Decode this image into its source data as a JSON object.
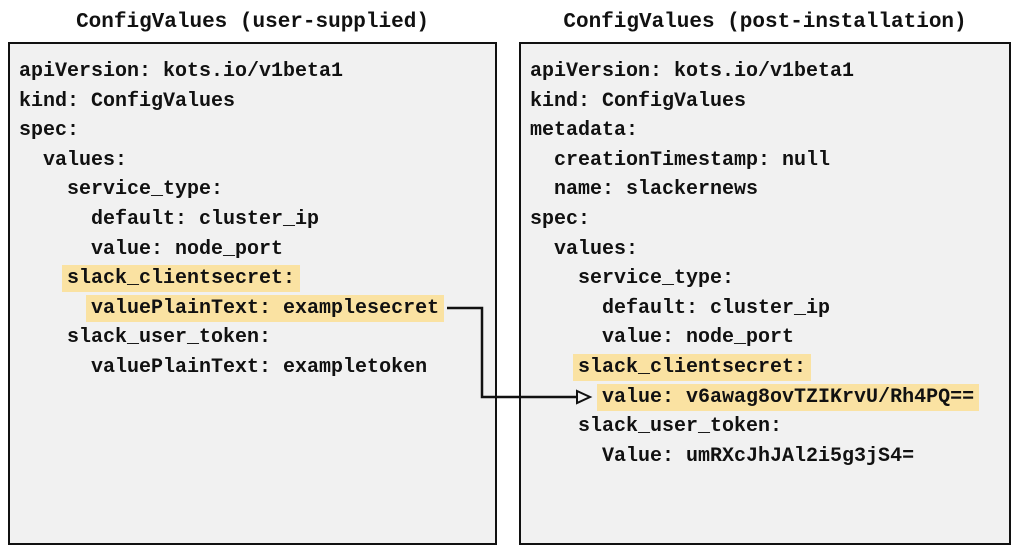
{
  "colors": {
    "highlight": "#fae2a2",
    "box_bg": "#f1f1f1",
    "box_border": "#111111",
    "arrow": "#111111",
    "text": "#111111"
  },
  "left_panel": {
    "title": "ConfigValues (user-supplied)",
    "lines": [
      {
        "indent": "",
        "text": "apiVersion: kots.io/v1beta1",
        "highlight": false
      },
      {
        "indent": "",
        "text": "kind: ConfigValues",
        "highlight": false
      },
      {
        "indent": "",
        "text": "spec:",
        "highlight": false
      },
      {
        "indent": "  ",
        "text": "values:",
        "highlight": false
      },
      {
        "indent": "    ",
        "text": "service_type:",
        "highlight": false
      },
      {
        "indent": "      ",
        "text": "default: cluster_ip",
        "highlight": false
      },
      {
        "indent": "      ",
        "text": "value: node_port",
        "highlight": false
      },
      {
        "indent": "    ",
        "text": "slack_clientsecret:",
        "highlight": true
      },
      {
        "indent": "      ",
        "text": "valuePlainText: examplesecret",
        "highlight": true
      },
      {
        "indent": "    ",
        "text": "slack_user_token:",
        "highlight": false
      },
      {
        "indent": "      ",
        "text": "valuePlainText: exampletoken",
        "highlight": false
      }
    ]
  },
  "right_panel": {
    "title": "ConfigValues (post-installation)",
    "lines": [
      {
        "indent": "",
        "text": "apiVersion: kots.io/v1beta1",
        "highlight": false
      },
      {
        "indent": "",
        "text": "kind: ConfigValues",
        "highlight": false
      },
      {
        "indent": "",
        "text": "metadata:",
        "highlight": false
      },
      {
        "indent": "  ",
        "text": "creationTimestamp: null",
        "highlight": false
      },
      {
        "indent": "  ",
        "text": "name: slackernews",
        "highlight": false
      },
      {
        "indent": "",
        "text": "spec:",
        "highlight": false
      },
      {
        "indent": "  ",
        "text": "values:",
        "highlight": false
      },
      {
        "indent": "    ",
        "text": "service_type:",
        "highlight": false
      },
      {
        "indent": "      ",
        "text": "default: cluster_ip",
        "highlight": false
      },
      {
        "indent": "      ",
        "text": "value: node_port",
        "highlight": false
      },
      {
        "indent": "    ",
        "text": "slack_clientsecret:",
        "highlight": true
      },
      {
        "indent": "      ",
        "text": "value: v6awag8ovTZIKrvU/Rh4PQ==",
        "highlight": true
      },
      {
        "indent": "    ",
        "text": "slack_user_token:",
        "highlight": false
      },
      {
        "indent": "      ",
        "text": "Value: umRXcJhJAl2i5g3jS4=",
        "highlight": false
      }
    ]
  },
  "connector": {
    "from_panel": "left",
    "from_text": "valuePlainText: examplesecret",
    "to_panel": "right",
    "to_text": "value: v6awag8ovTZIKrvU/Rh4PQ=="
  }
}
